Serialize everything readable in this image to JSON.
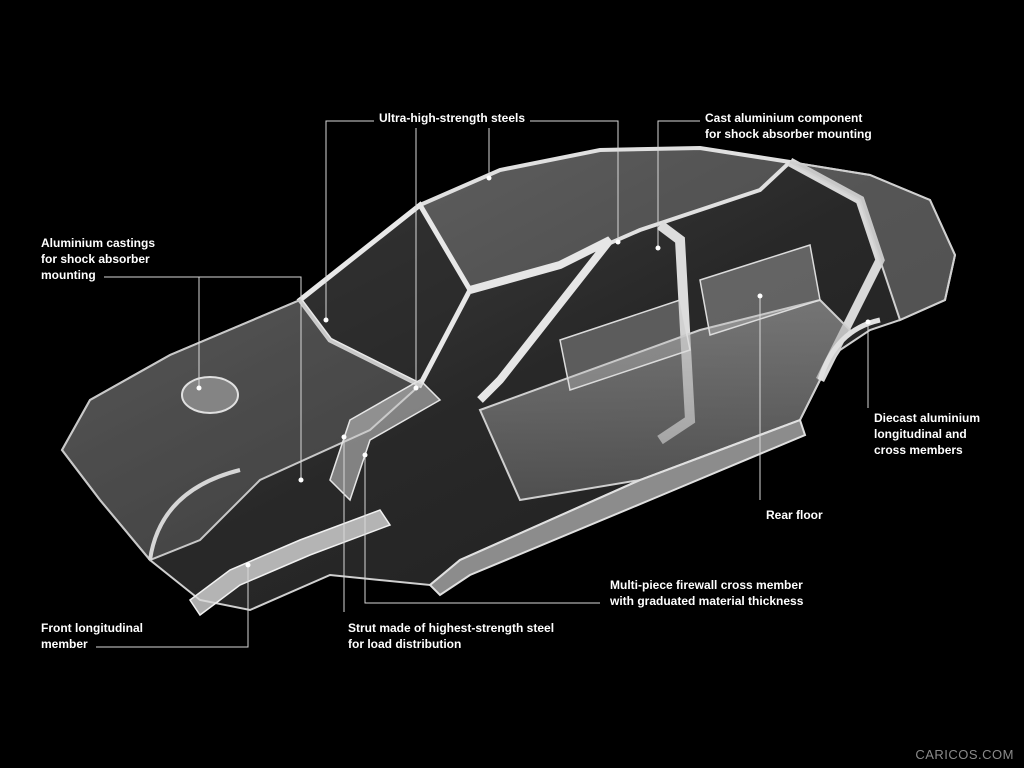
{
  "labels": {
    "ultra_high_strength": [
      "Ultra-high-strength steels"
    ],
    "cast_aluminium": [
      "Cast aluminium component",
      "for shock absorber mounting"
    ],
    "aluminium_castings": [
      "Aluminium castings",
      "for shock absorber",
      "mounting"
    ],
    "diecast_aluminium": [
      "Diecast aluminium",
      "longitudinal and",
      "cross members"
    ],
    "rear_floor": [
      "Rear floor"
    ],
    "firewall": [
      "Multi-piece firewall cross member",
      "with graduated material thickness"
    ],
    "front_longitudinal": [
      "Front longitudinal",
      "member"
    ],
    "strut": [
      "Strut made of highest-strength steel",
      "for load distribution"
    ]
  },
  "watermark": "CARICOS.COM",
  "colors": {
    "background": "#000000",
    "text": "#ffffff",
    "leader": "#d8d8d8",
    "body": "#bfbfbf"
  }
}
